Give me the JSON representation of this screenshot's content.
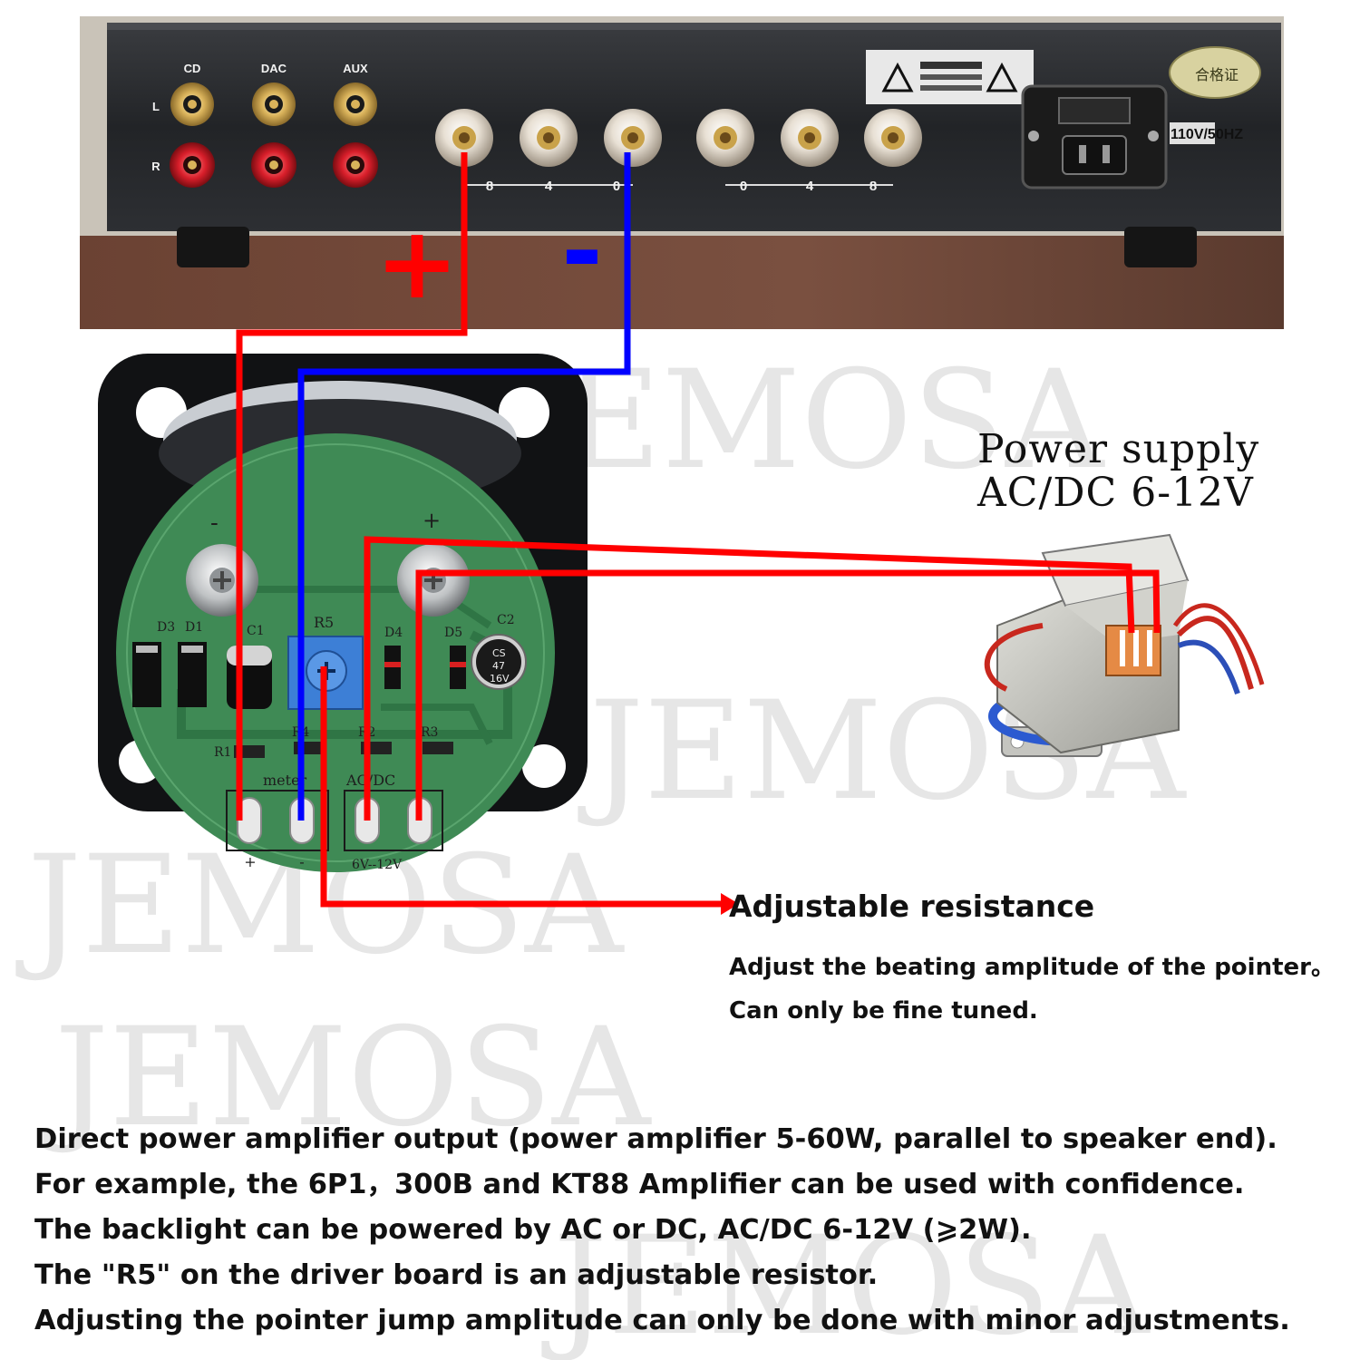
{
  "watermark": {
    "text": "JEMOSA"
  },
  "amplifier": {
    "inputs": [
      "CD",
      "DAC",
      "AUX"
    ],
    "channels": [
      "L",
      "R"
    ],
    "left_terminal_ticks": [
      "8",
      "4",
      "0"
    ],
    "right_terminal_ticks": [
      "0",
      "4",
      "8"
    ],
    "voltage_label": "110V/50HZ",
    "certificate_label": "合格证"
  },
  "polarity": {
    "plus": "+",
    "minus": "-"
  },
  "board": {
    "labels": {
      "minus": "-",
      "plus": "+",
      "r5": "R5",
      "d3": "D3",
      "d1": "D1",
      "c1": "C1",
      "d4": "D4",
      "d5": "D5",
      "c2": "C2",
      "r1": "R1",
      "r4": "R4",
      "r2": "R2",
      "r3": "R3",
      "meter": "meter",
      "acdc": "AC/DC",
      "range": "6V--12V",
      "pad_plus": "+",
      "pad_minus": "-"
    },
    "capacitor_text": [
      "CS",
      "47",
      "16V"
    ]
  },
  "power_supply": {
    "line1": "Power supply",
    "line2": "AC/DC 6-12V"
  },
  "adjustable": {
    "title": "Adjustable resistance",
    "line1": "Adjust the beating amplitude of the pointer。",
    "line2": "Can only be fine tuned."
  },
  "notes": [
    "Direct power amplifier output (power amplifier 5-60W, parallel to speaker end).",
    "For example, the 6P1，300B and KT88 Amplifier can be used with confidence.",
    "The backlight can be powered by AC or DC, AC/DC 6-12V (⩾2W).",
    "The \"R5\" on the driver board is an adjustable resistor.",
    "Adjusting the pointer jump amplitude can only be done with minor adjustments."
  ],
  "colors": {
    "wire_positive": "#ff0000",
    "wire_negative": "#0000ff",
    "pcb": "#3f8a55",
    "amplifier_body": "#26282b"
  }
}
